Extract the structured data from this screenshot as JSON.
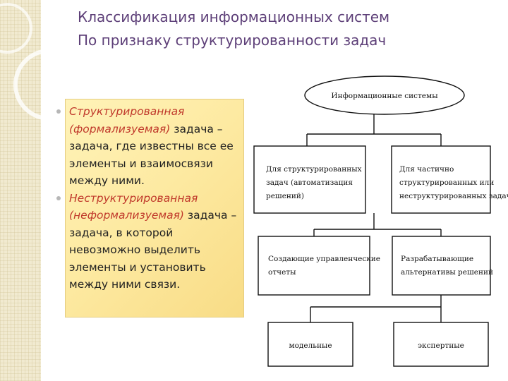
{
  "title": {
    "line1": "Классификация информационных систем",
    "line2": "По признаку структурированности задач"
  },
  "bullets": [
    {
      "term": "Структурированная (формализуемая)",
      "rest": " задача – задача, где известны все ее элементы и взаимосвязи между ними."
    },
    {
      "term": "Неструктурированная (неформализуемая)",
      "rest": " задача – задача, в которой невозможно выделить элементы и установить между ними связи."
    }
  ],
  "diagram": {
    "root": "Информационные системы",
    "left_l1": [
      "Для структурированных",
      "задач (автоматизация",
      "решений)"
    ],
    "right_l1": [
      "Для частично",
      "структурированных или",
      "неструктурированных задач"
    ],
    "left_l2": [
      "Создающие управленческие",
      "отчеты"
    ],
    "right_l2": [
      "Разрабатывающие",
      "альтернативы решений"
    ],
    "leaf_left": "модельные",
    "leaf_right": "экспертные"
  }
}
